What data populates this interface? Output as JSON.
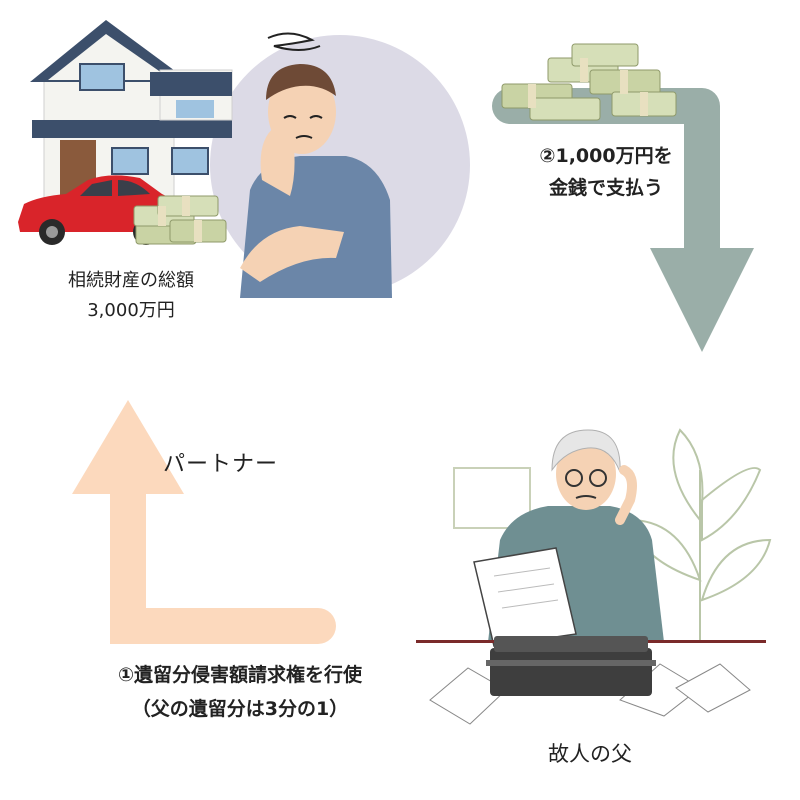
{
  "estate": {
    "label_line1": "相続財産の総額",
    "label_line2": "3,000万円"
  },
  "partner": {
    "label": "パートナー"
  },
  "father": {
    "label": "故人の父"
  },
  "step2": {
    "line1": "②1,000万円を",
    "line2": "金銭で支払う"
  },
  "step1": {
    "line1": "①遺留分侵害額請求権を行使",
    "line2": "（父の遺留分は3分の1）"
  },
  "colors": {
    "arrow_payment": "#9aaea8",
    "arrow_claim": "#fcd9bd",
    "circle_bg": "#dcdae6",
    "house_roof": "#3c4f6b",
    "car": "#d9242a",
    "money": "#d6dfb8",
    "shirt_partner": "#6b86a8",
    "shirt_father": "#6f8f92",
    "plant_line": "#b9c6a8"
  }
}
